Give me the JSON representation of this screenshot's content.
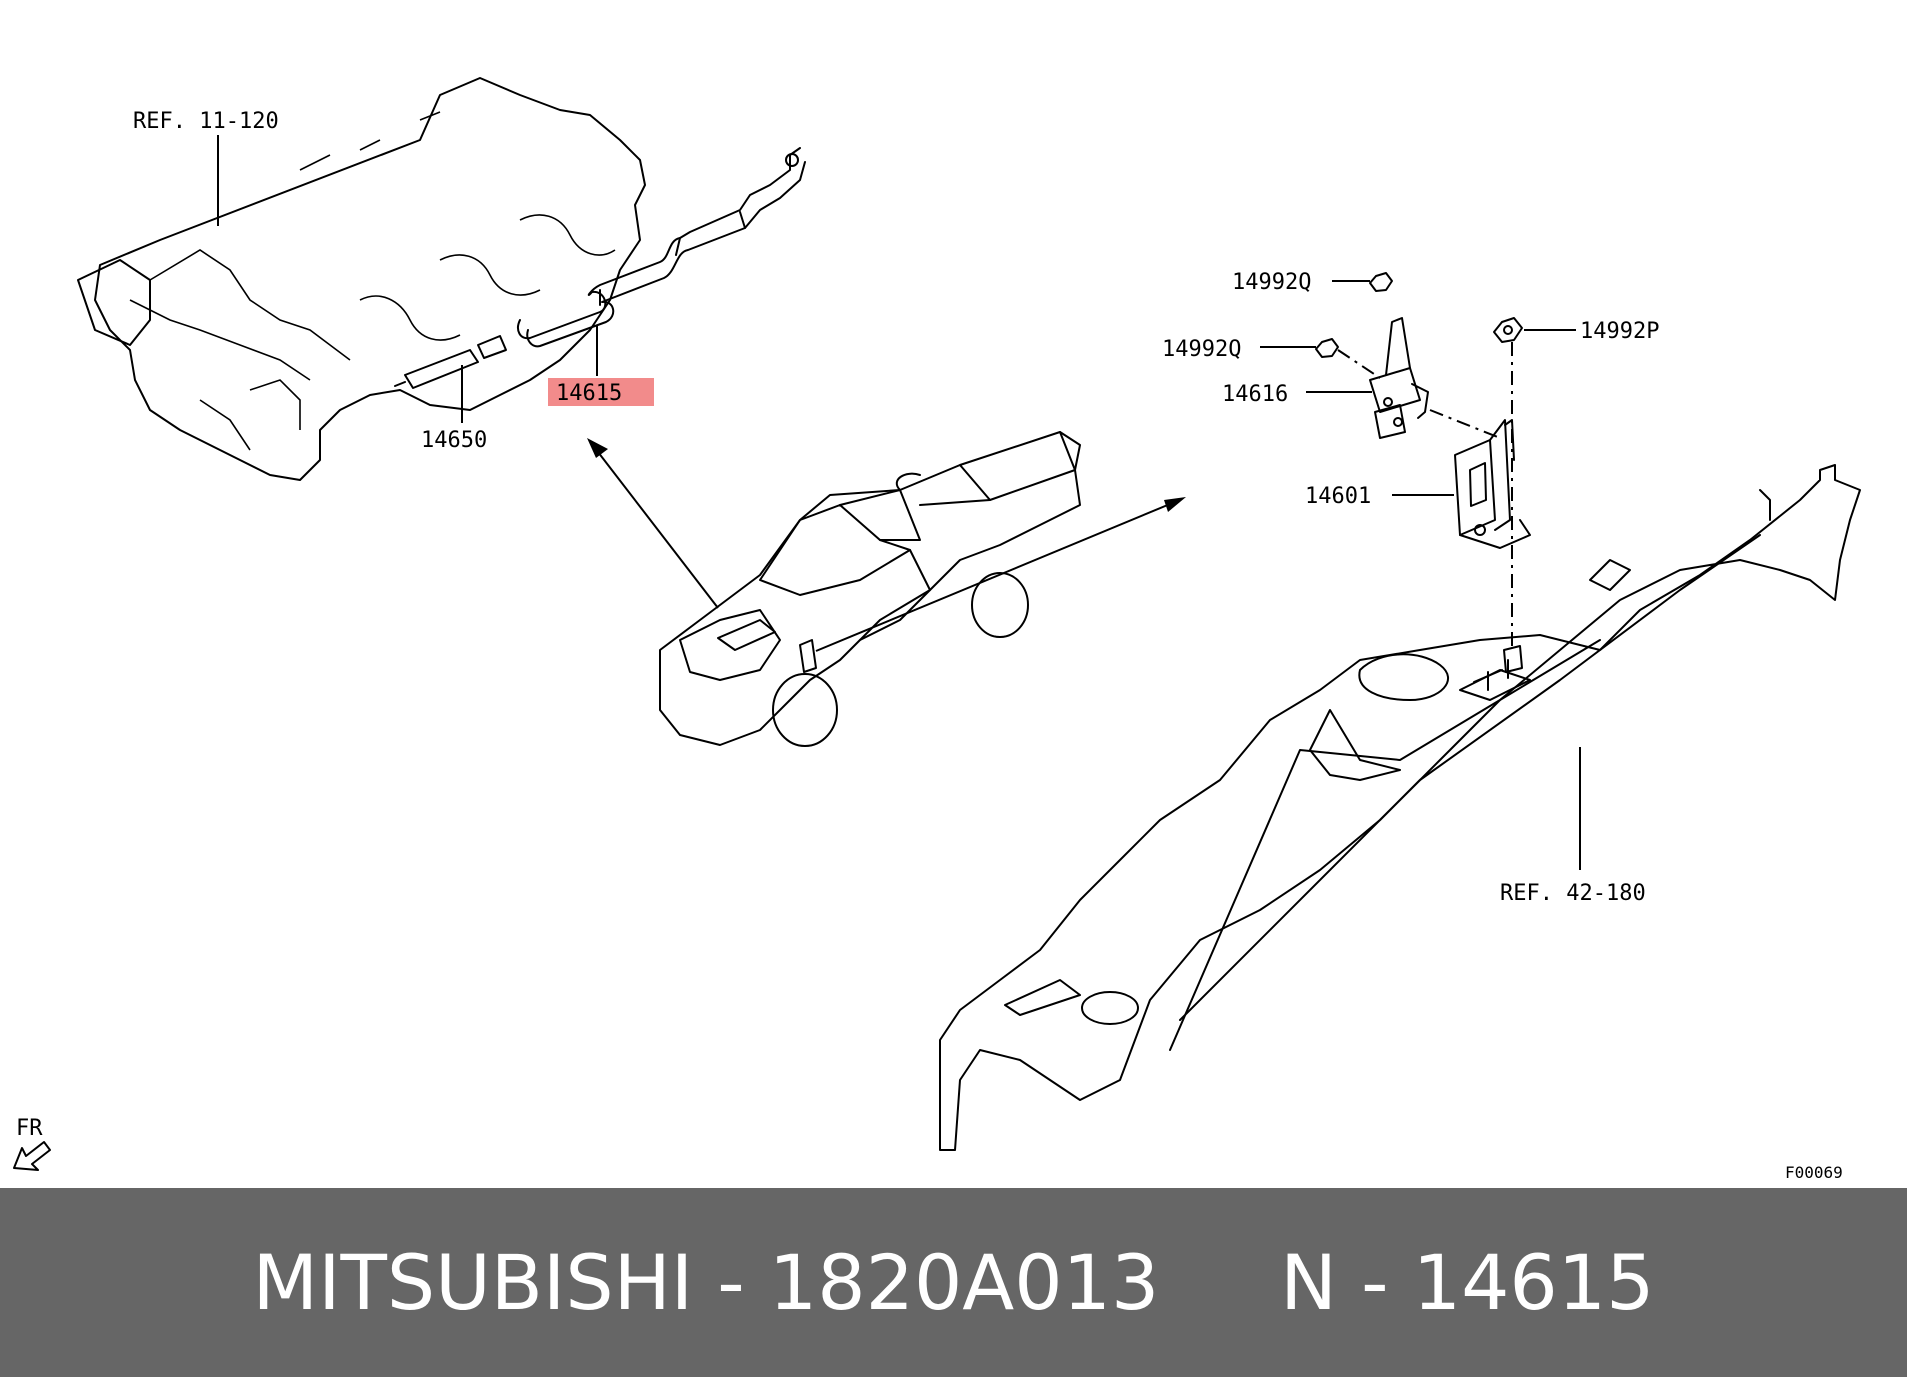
{
  "labels": {
    "ref_engine": "REF. 11-120",
    "glow_plug": "14650",
    "harness": "14615",
    "nut_q1": "14992Q",
    "nut_q2": "14992Q",
    "nut_p": "14992P",
    "relay": "14616",
    "bracket": "14601",
    "ref_body": "REF. 42-180",
    "front": "FR",
    "figure_id": "F00069"
  },
  "highlight_color": "#f28b8b",
  "footer": {
    "text": "MITSUBISHI - 1820A013     N - 14615",
    "background": "#666666",
    "color": "#ffffff"
  }
}
